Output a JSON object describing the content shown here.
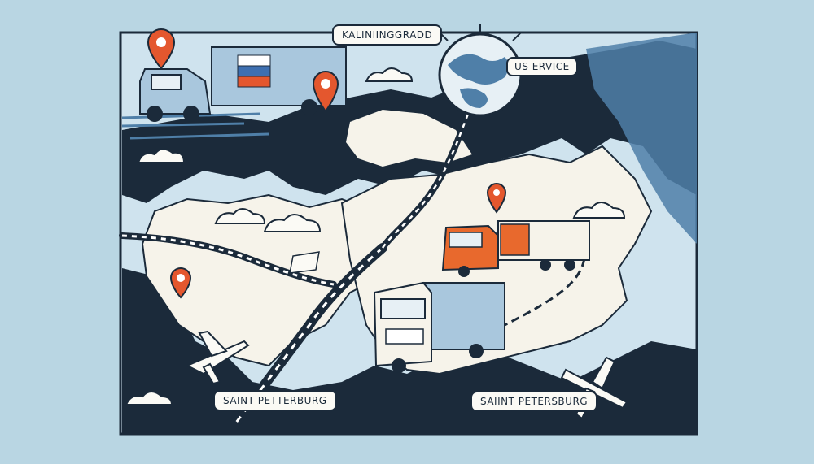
{
  "labels": {
    "top_callout": "KALINIINGGRADD",
    "service_callout": "US ERVICE",
    "left_city": "SAINT PETTERBURG",
    "right_city": "SAIINT PETERSBURG"
  },
  "colors": {
    "sea": "#b9d6e3",
    "land": "#f6f3ea",
    "dark": "#1b2a3a",
    "shadow_blue": "#4f7fa8",
    "pin_orange": "#e4572e",
    "truck_orange": "#e8692d",
    "trailer_blue": "#a9c7dd"
  },
  "icons": [
    "map-pin-icon",
    "airplane-icon",
    "truck-icon",
    "globe-icon",
    "cloud-icon",
    "flag-icon",
    "route-icon"
  ]
}
